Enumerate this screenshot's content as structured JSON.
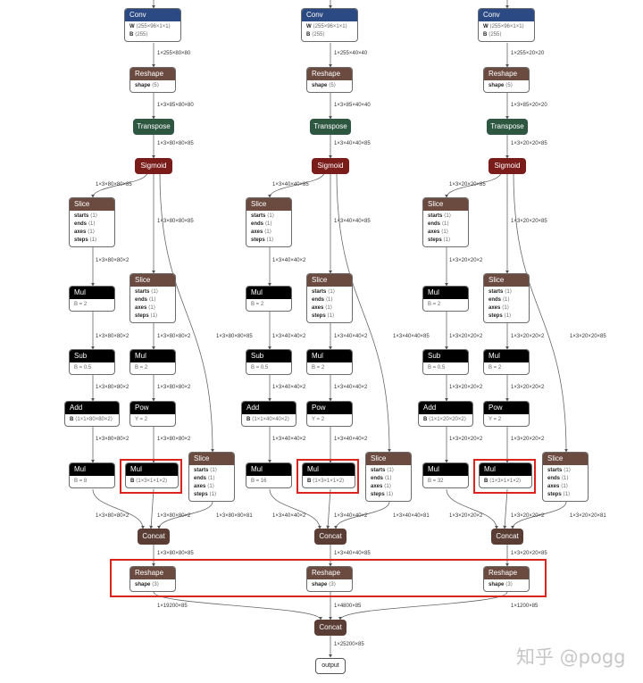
{
  "watermark": "知乎 @pogg",
  "output_label": "output",
  "concat_label": "Concat",
  "final_edge": "1×25200×85",
  "colors": {
    "conv": "#2b4a83",
    "reshape": "#6b4b3f",
    "transpose": "#2e5741",
    "sigmoid": "#7a1c1a",
    "slice": "#6b4b3f",
    "op": "#000000",
    "concat": "#5a3d34",
    "highlight": "#d9251d"
  },
  "branches": [
    {
      "conv_edge": "1×255×80×80",
      "reshape1_edge": "1×3×85×80×80",
      "transpose_edge": "1×3×80×80×85",
      "slice_edge": "1×3×80×80×85",
      "slice2_edge": "1×3×80×80×85",
      "slice3_edge": "1×3×80×80×85",
      "mul1_edge": "1×3×80×80×2",
      "slice2_out": "1×3×80×80×2",
      "sub_edge": "1×3×80×80×2",
      "add_edge": "1×3×80×80×2",
      "mulB_edge": "1×3×80×80×2",
      "powout_edge": "1×3×80×80×2",
      "c1": "1×3×80×80×2",
      "c2": "1×3×80×80×2",
      "c3": "1×3×80×80×81",
      "concat_out": "1×3×80×80×85",
      "rs_out": "1×19200×85",
      "mul1_B": "B = 2",
      "sub_B": "B = 0.5",
      "add_B": "⟨1×1×80×80×2⟩",
      "mulA_B": "B = 8",
      "mul2_B": "B = 2",
      "pow_Y": "Y = 2",
      "mulC_B": "⟨1×3×1×1×2⟩"
    },
    {
      "conv_edge": "1×255×40×40",
      "reshape1_edge": "1×3×85×40×40",
      "transpose_edge": "1×3×40×40×85",
      "slice_edge": "1×3×40×40×85",
      "slice2_edge": "1×3×40×40×85",
      "slice3_edge": "1×3×40×40×85",
      "mul1_edge": "1×3×40×40×2",
      "slice2_out": "1×3×40×40×2",
      "sub_edge": "1×3×40×40×2",
      "add_edge": "1×3×40×40×2",
      "mulB_edge": "1×3×40×40×2",
      "powout_edge": "1×3×40×40×2",
      "c1": "1×3×40×40×2",
      "c2": "1×3×40×40×2",
      "c3": "1×3×40×40×81",
      "concat_out": "1×3×40×40×85",
      "rs_out": "1×4800×85",
      "mul1_B": "B = 2",
      "sub_B": "B = 0.5",
      "add_B": "⟨1×1×40×40×2⟩",
      "mulA_B": "B = 16",
      "mul2_B": "B = 2",
      "pow_Y": "Y = 2",
      "mulC_B": "⟨1×3×1×1×2⟩"
    },
    {
      "conv_edge": "1×255×20×20",
      "reshape1_edge": "1×3×85×20×20",
      "transpose_edge": "1×3×20×20×85",
      "slice_edge": "1×3×20×20×85",
      "slice2_edge": "1×3×20×20×85",
      "slice3_edge": "1×3×20×20×85",
      "mul1_edge": "1×3×20×20×2",
      "slice2_out": "1×3×20×20×2",
      "sub_edge": "1×3×20×20×2",
      "add_edge": "1×3×20×20×2",
      "mulB_edge": "1×3×20×20×2",
      "powout_edge": "1×3×20×20×2",
      "c1": "1×3×20×20×2",
      "c2": "1×3×20×20×2",
      "c3": "1×3×20×20×81",
      "concat_out": "1×3×20×20×85",
      "rs_out": "1×1200×85",
      "mul1_B": "B = 2",
      "sub_B": "B = 0.5",
      "add_B": "⟨1×1×20×20×2⟩",
      "mulA_B": "B = 32",
      "mul2_B": "B = 2",
      "pow_Y": "Y = 2",
      "mulC_B": "⟨1×3×1×1×2⟩"
    }
  ],
  "labels": {
    "conv": "Conv",
    "reshape": "Reshape",
    "transpose": "Transpose",
    "sigmoid": "Sigmoid",
    "slice": "Slice",
    "mul": "Mul",
    "sub": "Sub",
    "add": "Add",
    "pow": "Pow"
  },
  "conv_attrs": [
    {
      "k": "W",
      "v": "⟨255×96×1×1⟩"
    },
    {
      "k": "B",
      "v": "⟨255⟩"
    }
  ],
  "reshape_attr": {
    "k": "shape",
    "v": "⟨5⟩"
  },
  "reshape2_attr": {
    "k": "shape",
    "v": "⟨3⟩"
  },
  "slice_attrs": [
    {
      "k": "starts",
      "v": "⟨1⟩"
    },
    {
      "k": "ends",
      "v": "⟨1⟩"
    },
    {
      "k": "axes",
      "v": "⟨1⟩"
    },
    {
      "k": "steps",
      "v": "⟨1⟩"
    }
  ]
}
